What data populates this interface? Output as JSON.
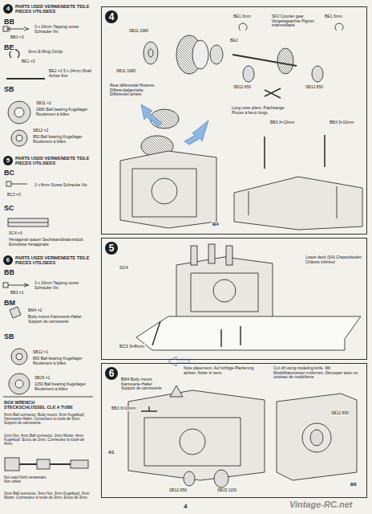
{
  "diagram": {
    "nodes": [
      {
        "text": [
          "4"
        ]
      },
      {
        "text": [
          "5"
        ]
      },
      {
        "text": [
          "6"
        ]
      }
    ],
    "labels": [
      "4",
      "PARTS USED VERWENDETE TEILE PIECES UTILISEES",
      "BB",
      "3 x 10mm Tapping screw Schraube Vis",
      "BB3 ×3",
      "BE",
      "3mm E-Ring Circlip",
      "BE1 ×3",
      "BE2 ×1 5 x 24mm Shaft Achse Axe",
      "SB",
      "SB11 ×2",
      "1680 Ball bearing Kugellager Roulement à billes",
      "SB12 ×2",
      "850 Ball bearing Kugellager Roulement à billes",
      "5",
      "PARTS USED VERWENDETE TEILE PIECES UTILISEES",
      "BC",
      "BC3 ×3",
      "3 x 8mm Screw Schraube Vis",
      "SC",
      "SC4 ×3",
      "Hexagonal spacer Sechskantdistanzstück Entretoise hexagonale",
      "6",
      "PARTS USED VERWENDETE TEILE PIECES UTILISEES",
      "BB",
      "3 x 10mm Tapping screw Schraube Vis",
      "BB3 ×1",
      "BM",
      "BM4 ×2",
      "Body mount Karosserie-Halter Support de carrosserie",
      "SB",
      "SB12 ×1",
      "850 Ball bearing Kugellager Roulement à billes",
      "SB15 ×1",
      "1150 Ball bearing Kugellager Roulement à billes",
      "BOX WRENCH STECKSCHLÜSSEL CLE A TUBE",
      "5mm Ball connector, Body mount. 5mm Kugelkopf, Karosserie-Halter. Connecteur à rotule de 5mm, Support de carrosserie.",
      "2mm Nut, 4mm Ball connector. 2mm Mutter, 4mm Kugelkopf. Ecrou de 2mm, Connecteur à rotule de 4mm.",
      "Not used Nicht verwenden Non utilisé",
      "3mm Ball connector, 3mm Nut. 3mm Kugelkopf, 3mm Mutter. Connecteur à rotule de 3mm, Ecrou de 3mm.",
      "SB11 1680",
      "SB11 1680",
      "Rear differential Hinteres Differentialgetriebe Différentiel arrière",
      "BE1 3mm",
      "BE2",
      "SF2 Counter gear Vorgelegeachse Pignon intermédiaire",
      "BE1 3mm",
      "SB12 850",
      "SB12 850",
      "Long nose pliers. Flachzange. Pinces à becs longs.",
      "BB3 3×10mm",
      "BB3 3×10mm",
      "B4",
      "SC4",
      "Lower deck (SA) Chassisboden Châssis inférieur",
      "BC3 3×8mm",
      "BM4 Body mount Karosserie-Halter Support de carrosserie",
      "Note placement. Auf richtige Plazierung achten. Noter le sens.",
      "BB3 3×10mm",
      "A1",
      "Cut off using modeling knife. Mit Modellbaumesser entfernen. Découper avec un couteau de modélisme.",
      "SB12 850",
      "SB12 850",
      "SB15 1150",
      "B6",
      "4",
      "Vintage-RC.net"
    ]
  }
}
